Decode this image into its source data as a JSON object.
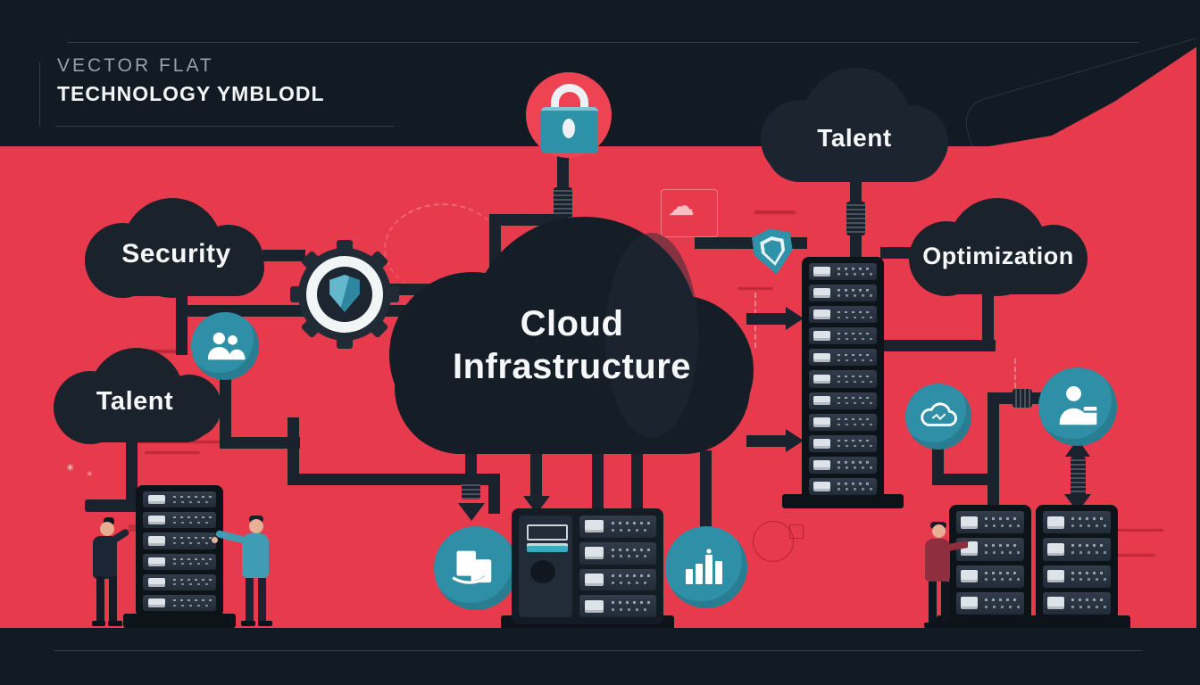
{
  "title_block": {
    "kicker": "VECTOR FLAT",
    "title": "TECHNOLOGY YMBLODL"
  },
  "diagram": {
    "central_cloud": {
      "line1": "Cloud",
      "line2": "Infrastructure"
    },
    "clouds": [
      {
        "id": "security",
        "label": "Security"
      },
      {
        "id": "talent-left",
        "label": "Talent"
      },
      {
        "id": "talent-top-right",
        "label": "Talent"
      },
      {
        "id": "optimization",
        "label": "Optimization"
      }
    ],
    "icons": [
      "padlock-icon",
      "gear-shield-icon",
      "team-icon",
      "shield-icon",
      "cloud-sync-icon",
      "user-package-icon",
      "documents-icon",
      "bar-chart-icon"
    ],
    "figures": [
      "engineer-suit-left",
      "engineer-teal-shirt",
      "engineer-red-shirt"
    ],
    "racks": {
      "right_rack_units": 11,
      "bottom_left_rack_units": 6,
      "bottom_center_cabinet_units": 4,
      "bottom_right_rack1_units": 4,
      "bottom_right_rack2_units": 4
    }
  },
  "colors": {
    "background": "#e73a4c",
    "band": "#121b24",
    "cloud": "#1a222c",
    "cloud_dark": "#151d27",
    "teal": "#2e8fa6",
    "badge_red": "#ee4353",
    "line": "#19222d",
    "white": "#f4f6f7"
  }
}
